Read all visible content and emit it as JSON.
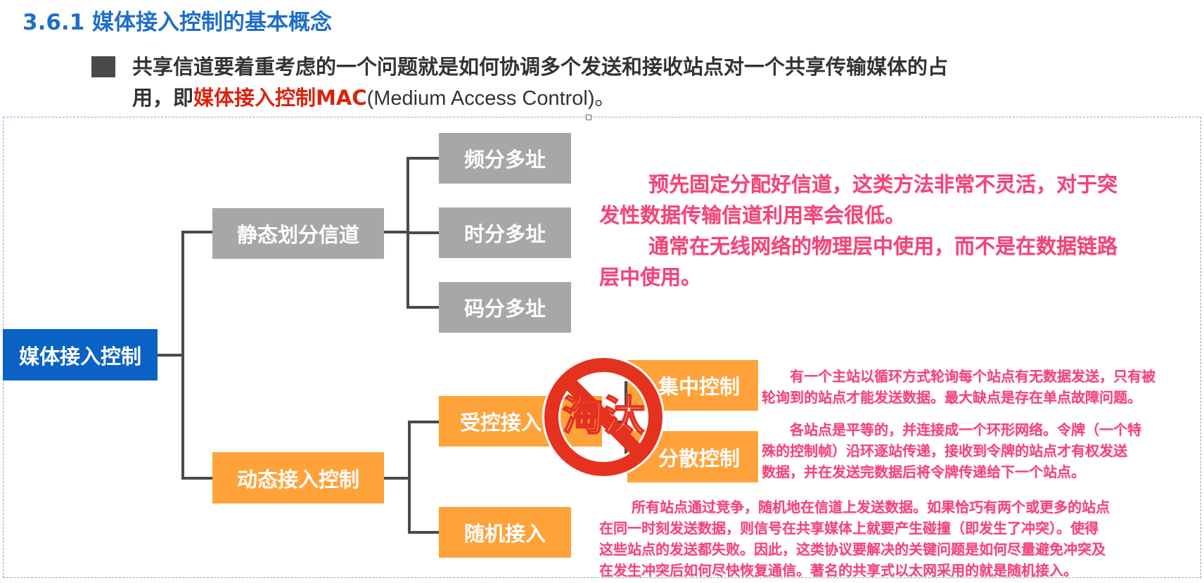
{
  "title": "3.6.1 媒体接入控制的基本概念",
  "intro": {
    "line1": "共享信道要着重考虑的一个问题就是如何协调多个发送和接收站点对一个共享传输媒体的占",
    "line2_prefix": "用，即",
    "line2_highlight": "媒体接入控制MAC",
    "line2_suffix": "(Medium Access Control)。"
  },
  "tree": {
    "root": "媒体接入控制",
    "static": {
      "label": "静态划分信道",
      "children": [
        "频分多址",
        "时分多址",
        "码分多址"
      ]
    },
    "dynamic": {
      "label": "动态接入控制",
      "controlled": {
        "label": "受控接入",
        "children": [
          "集中控制",
          "分散控制"
        ]
      },
      "random": "随机接入"
    }
  },
  "stamp": "淘汰",
  "notes": {
    "static": [
      "预先固定分配好信道，这类方法非常不灵活，对于突",
      "发性数据传输信道利用率会很低。",
      "通常在无线网络的物理层中使用，而不是在数据链路",
      "层中使用。"
    ],
    "central": [
      "有一个主站以循环方式轮询每个站点有无数据发送，只有被",
      "轮询到的站点才能发送数据。最大缺点是存在单点故障问题。"
    ],
    "distributed": [
      "各站点是平等的，并连接成一个环形网络。令牌（一个特",
      "殊的控制帧）沿环逐站传递，接收到令牌的站点才有权发送",
      "数据，并在发送完数据后将令牌传递给下一个站点。"
    ],
    "random": [
      "所有站点通过竞争，随机地在信道上发送数据。如果恰巧有两个或更多的站点",
      "在同一时刻发送数据，则信号在共享媒体上就要产生碰撞（即发生了冲突）。使得",
      "这些站点的发送都失败。因此，这类协议要解决的关键问题是如何尽量避免冲突及",
      "在发生冲突后如何尽快恢复通信。著名的共享式以太网采用的就是随机接入。"
    ]
  },
  "colors": {
    "title": "#1f6ec8",
    "highlight": "#d9230c",
    "gray_node": "#a7a7a7",
    "orange_node": "#ffa23a",
    "blue_node": "#0a62c4",
    "note_text": "#f0457a",
    "stamp": "#e4321f"
  }
}
